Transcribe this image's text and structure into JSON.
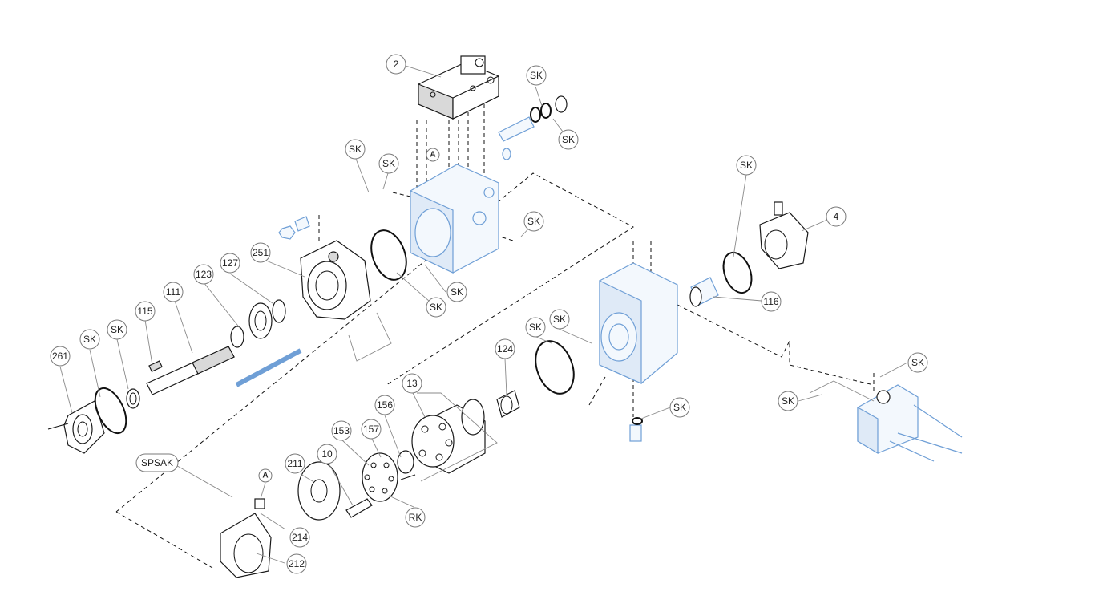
{
  "callouts": {
    "c2": "2",
    "c4": "4",
    "c10": "10",
    "c13": "13",
    "c111": "111",
    "c115": "115",
    "c116": "116",
    "c123": "123",
    "c124": "124",
    "c127": "127",
    "c153": "153",
    "c156": "156",
    "c157": "157",
    "c211": "211",
    "c212": "212",
    "c214": "214",
    "c251": "251",
    "c261": "261",
    "spsak": "SPSAK",
    "rk": "RK",
    "sk": "SK",
    "a": "A"
  },
  "colors": {
    "black_parts": "#1a1a1a",
    "blue_parts": "#6f9fd6",
    "callout_border": "#7a7a7a"
  }
}
